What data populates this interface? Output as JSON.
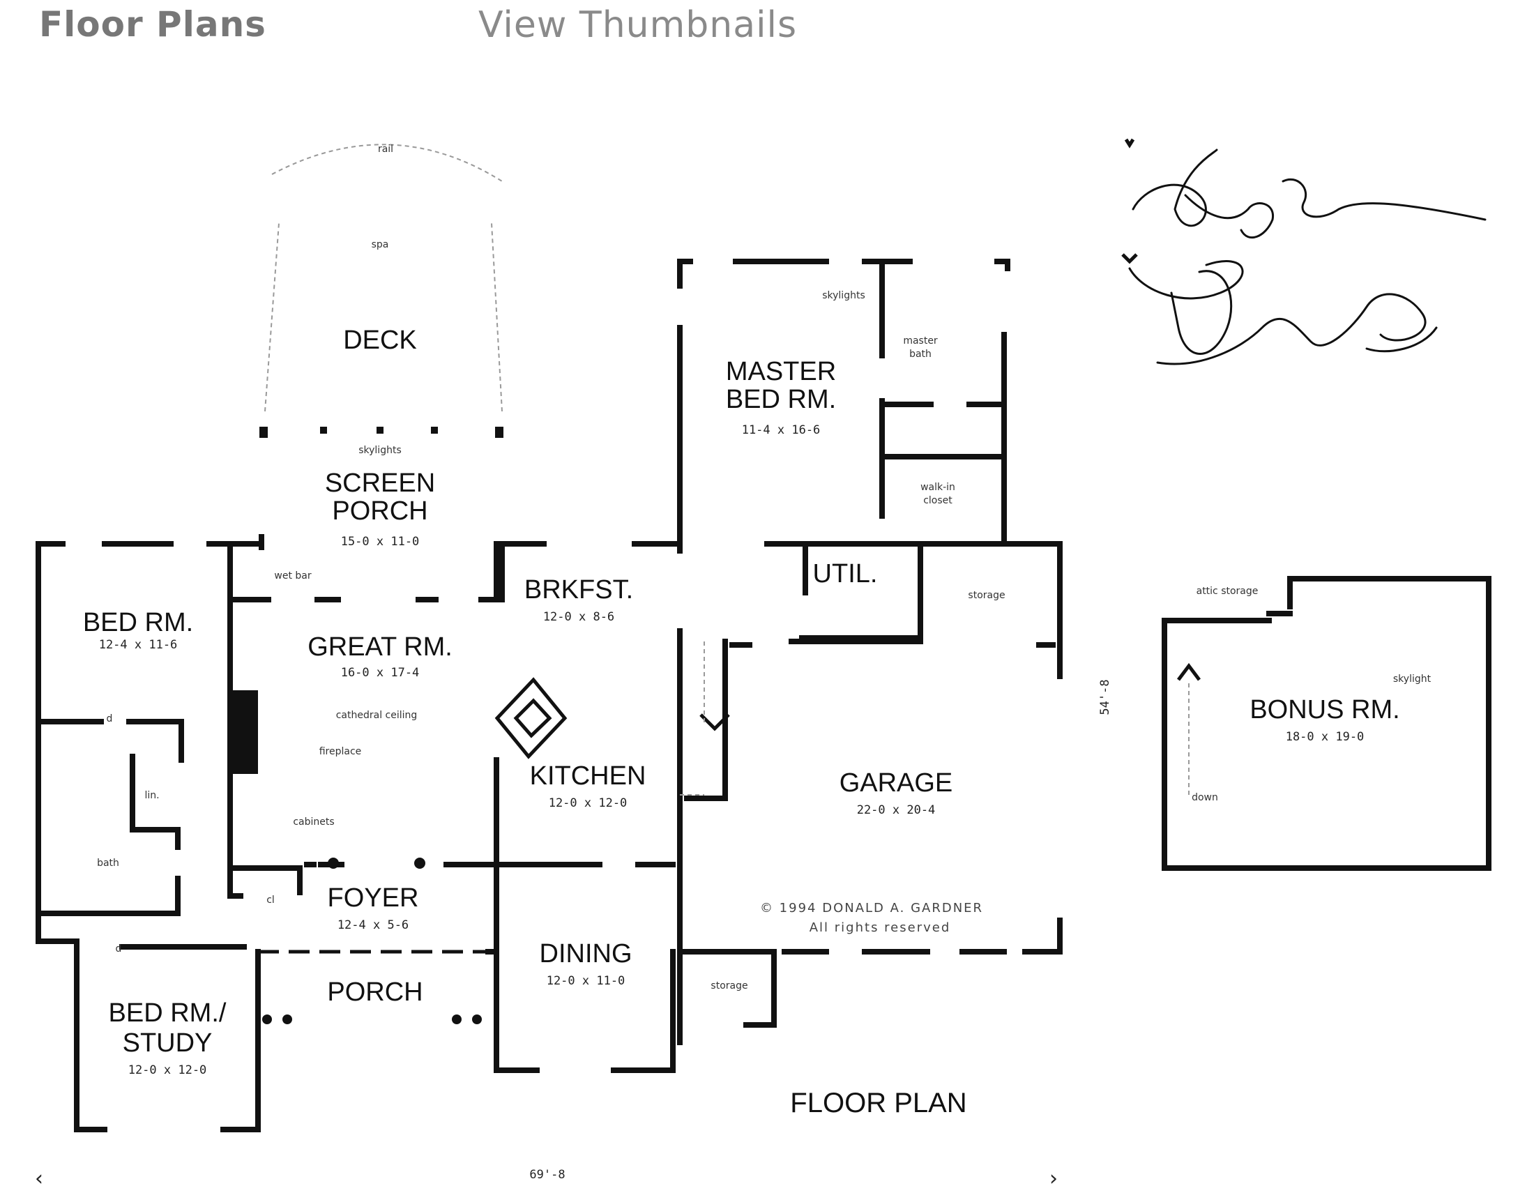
{
  "header": {
    "title": "Floor Plans",
    "view_thumbnails": "View Thumbnails"
  },
  "plan": {
    "caption": "FLOOR PLAN",
    "copyright_line1": "© 1994 DONALD A. GARDNER",
    "copyright_line2": "All rights reserved",
    "overall_width": "69'-8",
    "overall_depth": "54'-8",
    "left_arrow": "‹",
    "right_arrow": "›",
    "rooms": {
      "deck": "DECK",
      "screen_porch": "SCREEN PORCH",
      "screen_porch_dim": "15-0 x 11-0",
      "master_bed": "MASTER BED RM.",
      "master_bed_dim": "11-4 x 16-6",
      "bed_rm": "BED RM.",
      "bed_rm_dim": "12-4 x 11-6",
      "great_rm": "GREAT RM.",
      "great_rm_dim": "16-0 x 17-4",
      "brkfst": "BRKFST.",
      "brkfst_dim": "12-0 x 8-6",
      "util": "UTIL.",
      "kitchen": "KITCHEN",
      "kitchen_dim": "12-0 x 12-0",
      "garage": "GARAGE",
      "garage_dim": "22-0 x 20-4",
      "foyer": "FOYER",
      "foyer_dim": "12-4 x 5-6",
      "dining": "DINING",
      "dining_dim": "12-0 x 11-0",
      "porch": "PORCH",
      "bed_study": "BED RM./ STUDY",
      "bed_study_dim": "12-0 x 12-0",
      "bonus_rm": "BONUS RM.",
      "bonus_rm_dim": "18-0 x 19-0"
    },
    "notes": {
      "skylights": "skylights",
      "master_bath": "master bath",
      "walk_in_closet": "walk-in closet",
      "storage": "storage",
      "attic_storage": "attic storage",
      "wet_bar": "wet bar",
      "cathedral_ceiling": "cathedral ceiling",
      "fireplace": "fireplace",
      "cabinets": "cabinets",
      "bath": "bath",
      "lin": "lin.",
      "cl": "cl",
      "rail": "rail",
      "spa": "spa",
      "down": "down",
      "skylight": "skylight",
      "d": "d"
    }
  }
}
